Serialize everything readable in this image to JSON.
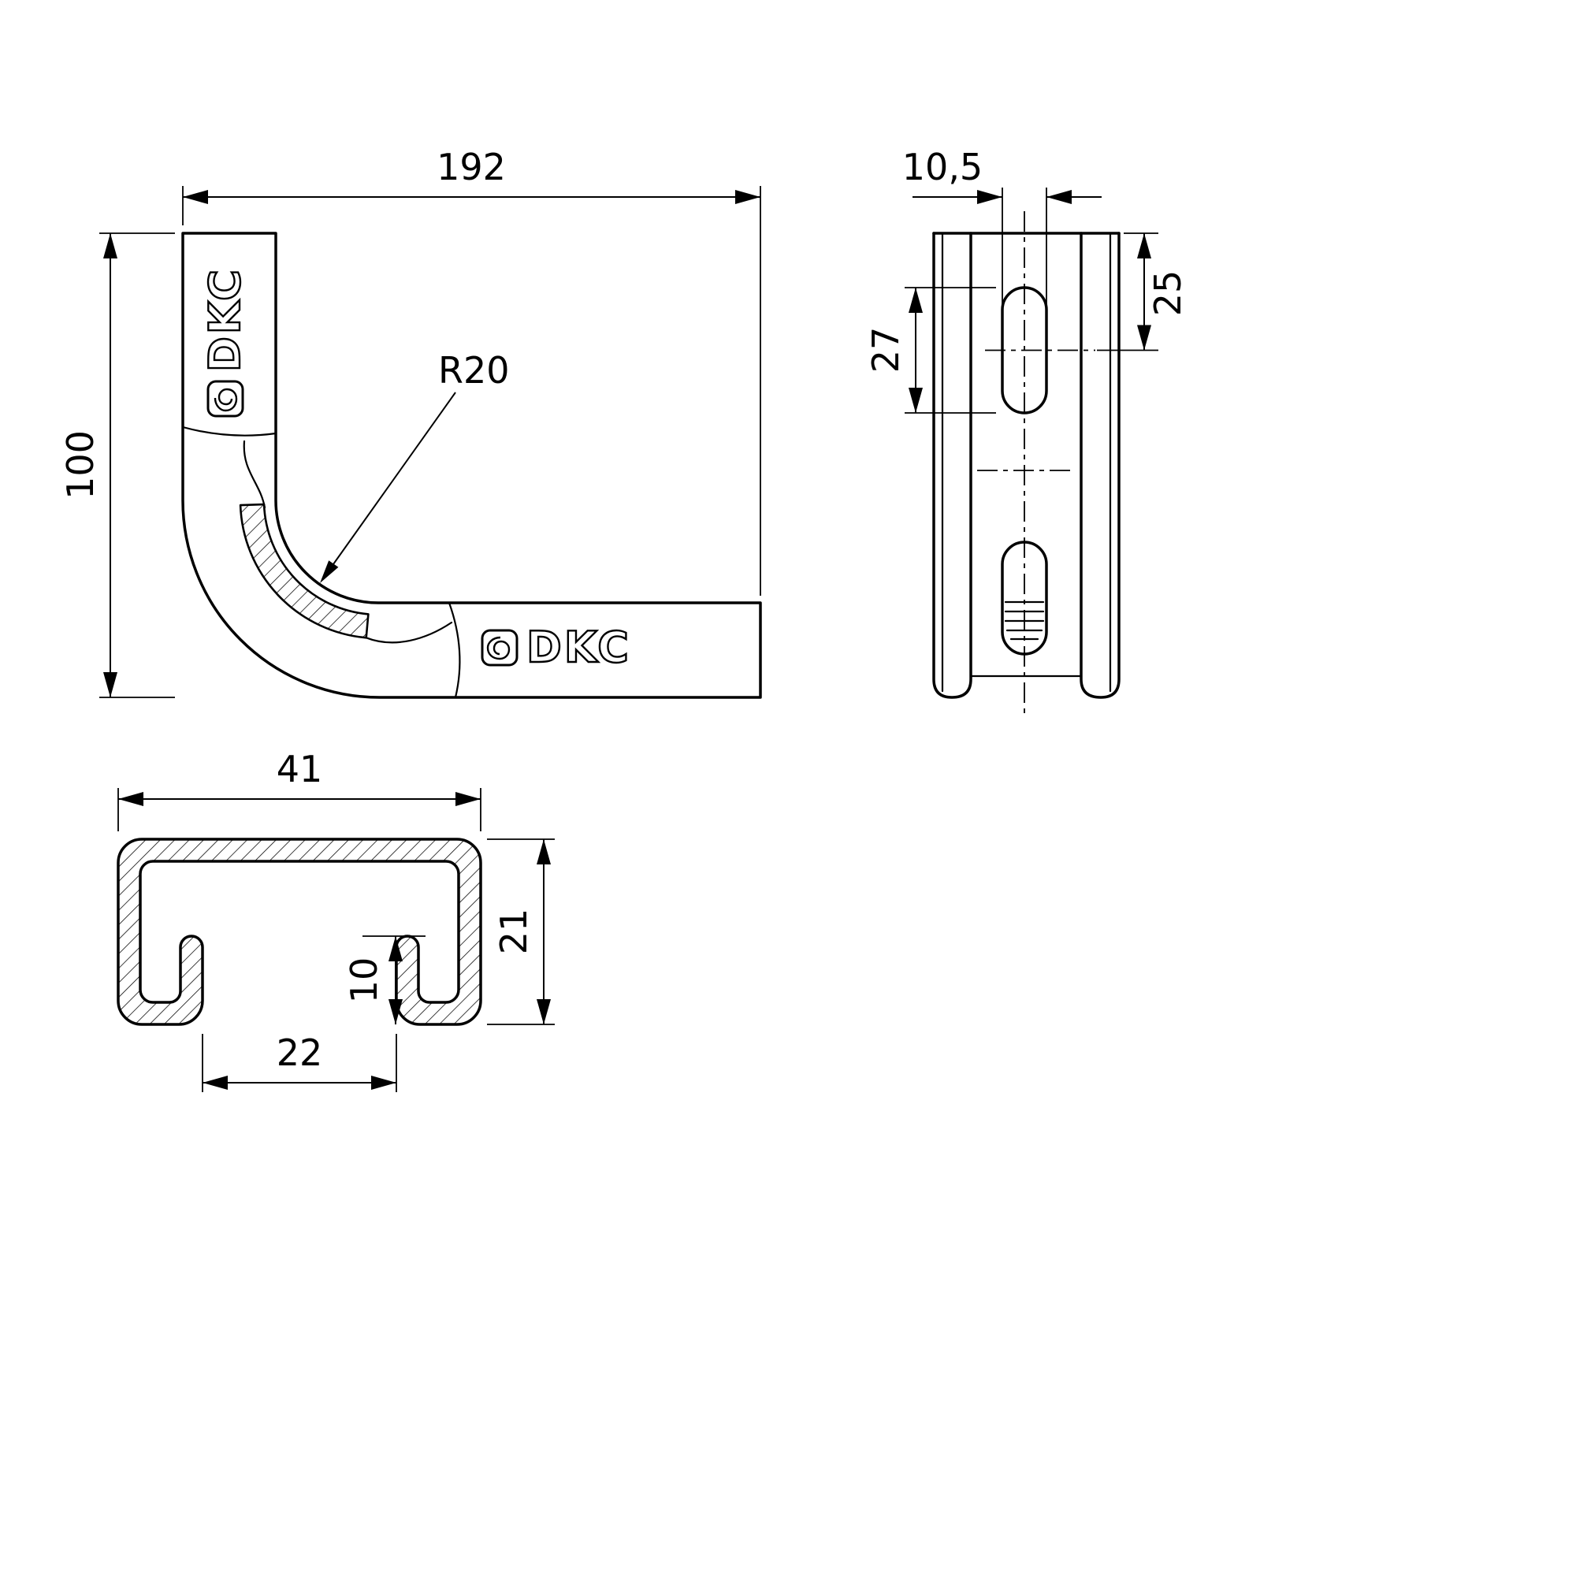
{
  "colors": {
    "line": "#000000",
    "background": "#ffffff"
  },
  "brand": {
    "name": "DKC"
  },
  "front_view": {
    "width_label": "192",
    "height_label": "100",
    "radius_label": "R20"
  },
  "side_view": {
    "slot_width_label": "10,5",
    "center_offset_label": "25",
    "slot_length_label": "27"
  },
  "section_view": {
    "width_label": "41",
    "height_label": "21",
    "lip_height_label": "10",
    "opening_label": "22"
  }
}
